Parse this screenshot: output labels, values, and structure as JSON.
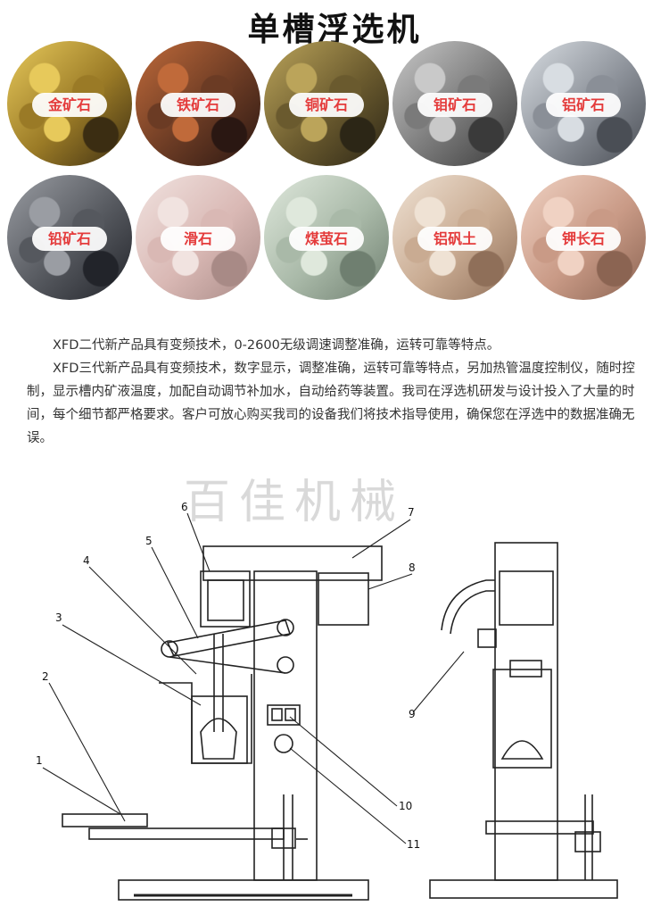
{
  "title": "单槽浮选机",
  "minerals": [
    {
      "label": "金矿石",
      "colors": [
        "#e7c95b",
        "#9a7a26",
        "#3b2d12"
      ]
    },
    {
      "label": "铁矿石",
      "colors": [
        "#c06a3a",
        "#6b3b24",
        "#2a1712"
      ]
    },
    {
      "label": "铜矿石",
      "colors": [
        "#bba45a",
        "#6a5a2e",
        "#2c2616"
      ]
    },
    {
      "label": "钼矿石",
      "colors": [
        "#c9c9c9",
        "#7a7a7a",
        "#3a3a3a"
      ]
    },
    {
      "label": "铝矿石",
      "colors": [
        "#d8dde2",
        "#8a8f97",
        "#4a4e55"
      ]
    },
    {
      "label": "铅矿石",
      "colors": [
        "#9a9da3",
        "#55585e",
        "#22242a"
      ]
    },
    {
      "label": "滑石",
      "colors": [
        "#f1e3e0",
        "#d9b8b4",
        "#a88a86"
      ]
    },
    {
      "label": "煤萤石",
      "colors": [
        "#dfe8dc",
        "#a9b9a8",
        "#6f7f70"
      ]
    },
    {
      "label": "铝矾土",
      "colors": [
        "#efe2d4",
        "#c9ab92",
        "#8f6f59"
      ]
    },
    {
      "label": "钾长石",
      "colors": [
        "#f0d2c3",
        "#c99a86",
        "#8b6452"
      ]
    }
  ],
  "description": {
    "p1": "XFD二代新产品具有变频技术，0-2600无级调速调整准确，运转可靠等特点。",
    "p2": "XFD三代新产品具有变频技术，数字显示，调整准确，运转可靠等特点，另加热管温度控制仪，随时控制，显示槽内矿液温度，加配自动调节补加水，自动给药等装置。我司在浮选机研发与设计投入了大量的时间，每个细节都严格要求。客户可放心购买我司的设备我们将技术指导使用，确保您在浮选中的数据准确无误。"
  },
  "drawing": {
    "watermark": "百佳机械",
    "labels": [
      "1",
      "2",
      "3",
      "4",
      "5",
      "6",
      "7",
      "8",
      "10",
      "11",
      "9"
    ]
  }
}
